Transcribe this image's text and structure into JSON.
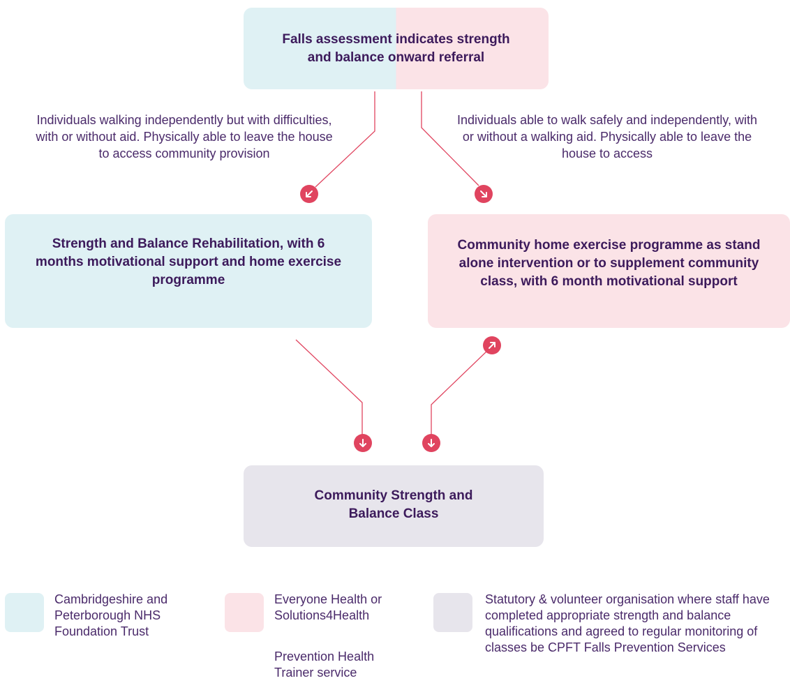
{
  "boxes": {
    "top": "Falls assessment indicates strength and balance onward referral",
    "rehab": "Strength and Balance Rehabilitation, with 6 months motivational support and home exercise programme",
    "home": "Community home exercise programme as stand alone intervention or to supplement community class, with 6 month motivational support",
    "class": "Community Strength and Balance Class"
  },
  "notes": {
    "left": "Individuals walking independently but with difficulties, with or without aid. Physically able to leave the house to access community provision",
    "right": "Individuals able to walk safely and independently, with or without a walking aid. Physically able to leave the house to access"
  },
  "legend": [
    {
      "color": "#dff1f4",
      "text": "Cambridgeshire and Peterborough NHS Foundation Trust",
      "sub": ""
    },
    {
      "color": "#fbe3e7",
      "text": "Everyone Health or Solutions4Health",
      "sub": "Prevention Health Trainer service"
    },
    {
      "color": "#e7e5ec",
      "text": "Statutory & volunteer organisation where staff have completed appropriate strength and balance qualifications and agreed to regular monitoring of classes be CPFT Falls Prevention Services",
      "sub": ""
    }
  ],
  "colors": {
    "teal": "#dff1f4",
    "pink": "#fbe3e7",
    "grey": "#e7e5ec",
    "accent": "#e0445f",
    "text": "#3c1a5b"
  },
  "icons": {
    "arrow_down_left": "arrow-down-left-icon",
    "arrow_down_right": "arrow-down-right-icon",
    "arrow_up_right": "arrow-up-right-icon",
    "arrow_down": "arrow-down-icon"
  }
}
